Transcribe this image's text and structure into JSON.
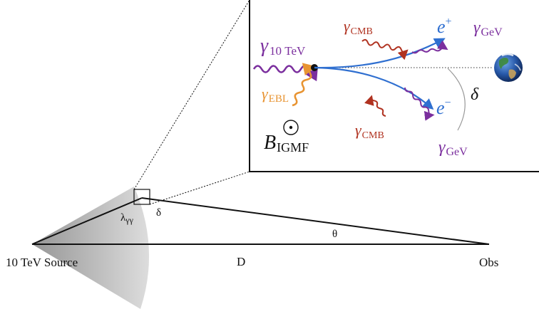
{
  "colors": {
    "photon_high": "#7b2f9e",
    "photon_ebl": "#e89432",
    "photon_cmb": "#b03220",
    "electron": "#2f6fd0",
    "photon_gev": "#7b2f9e",
    "line": "#111111",
    "cone_light": "#d9d9d9",
    "cone_dark": "#8a8a8a"
  },
  "main_diagram": {
    "source_label": "10 TeV Source",
    "observer_label": "Obs",
    "distance_label": "D",
    "angle_label": "θ",
    "delta_label": "δ",
    "mfp_label": "λ",
    "mfp_subscript": "γγ"
  },
  "inset": {
    "incoming_photon": {
      "symbol": "γ",
      "subscript": "10 TeV"
    },
    "ebl_photon": {
      "symbol": "γ",
      "subscript": "EBL"
    },
    "cmb_photon_top": {
      "symbol": "γ",
      "subscript": "CMB"
    },
    "cmb_photon_bottom": {
      "symbol": "γ",
      "subscript": "CMB"
    },
    "positron": {
      "symbol": "e",
      "superscript": "+"
    },
    "electron": {
      "symbol": "e",
      "superscript": "−"
    },
    "gev_photon_top": {
      "symbol": "γ",
      "subscript": "GeV"
    },
    "gev_photon_bottom": {
      "symbol": "γ",
      "subscript": "GeV"
    },
    "deflection_label": "δ",
    "field": {
      "symbol": "B",
      "subscript": "IGMF",
      "direction_icon": "out-of-page-dot-icon"
    },
    "earth_icon": "earth-globe-icon"
  }
}
